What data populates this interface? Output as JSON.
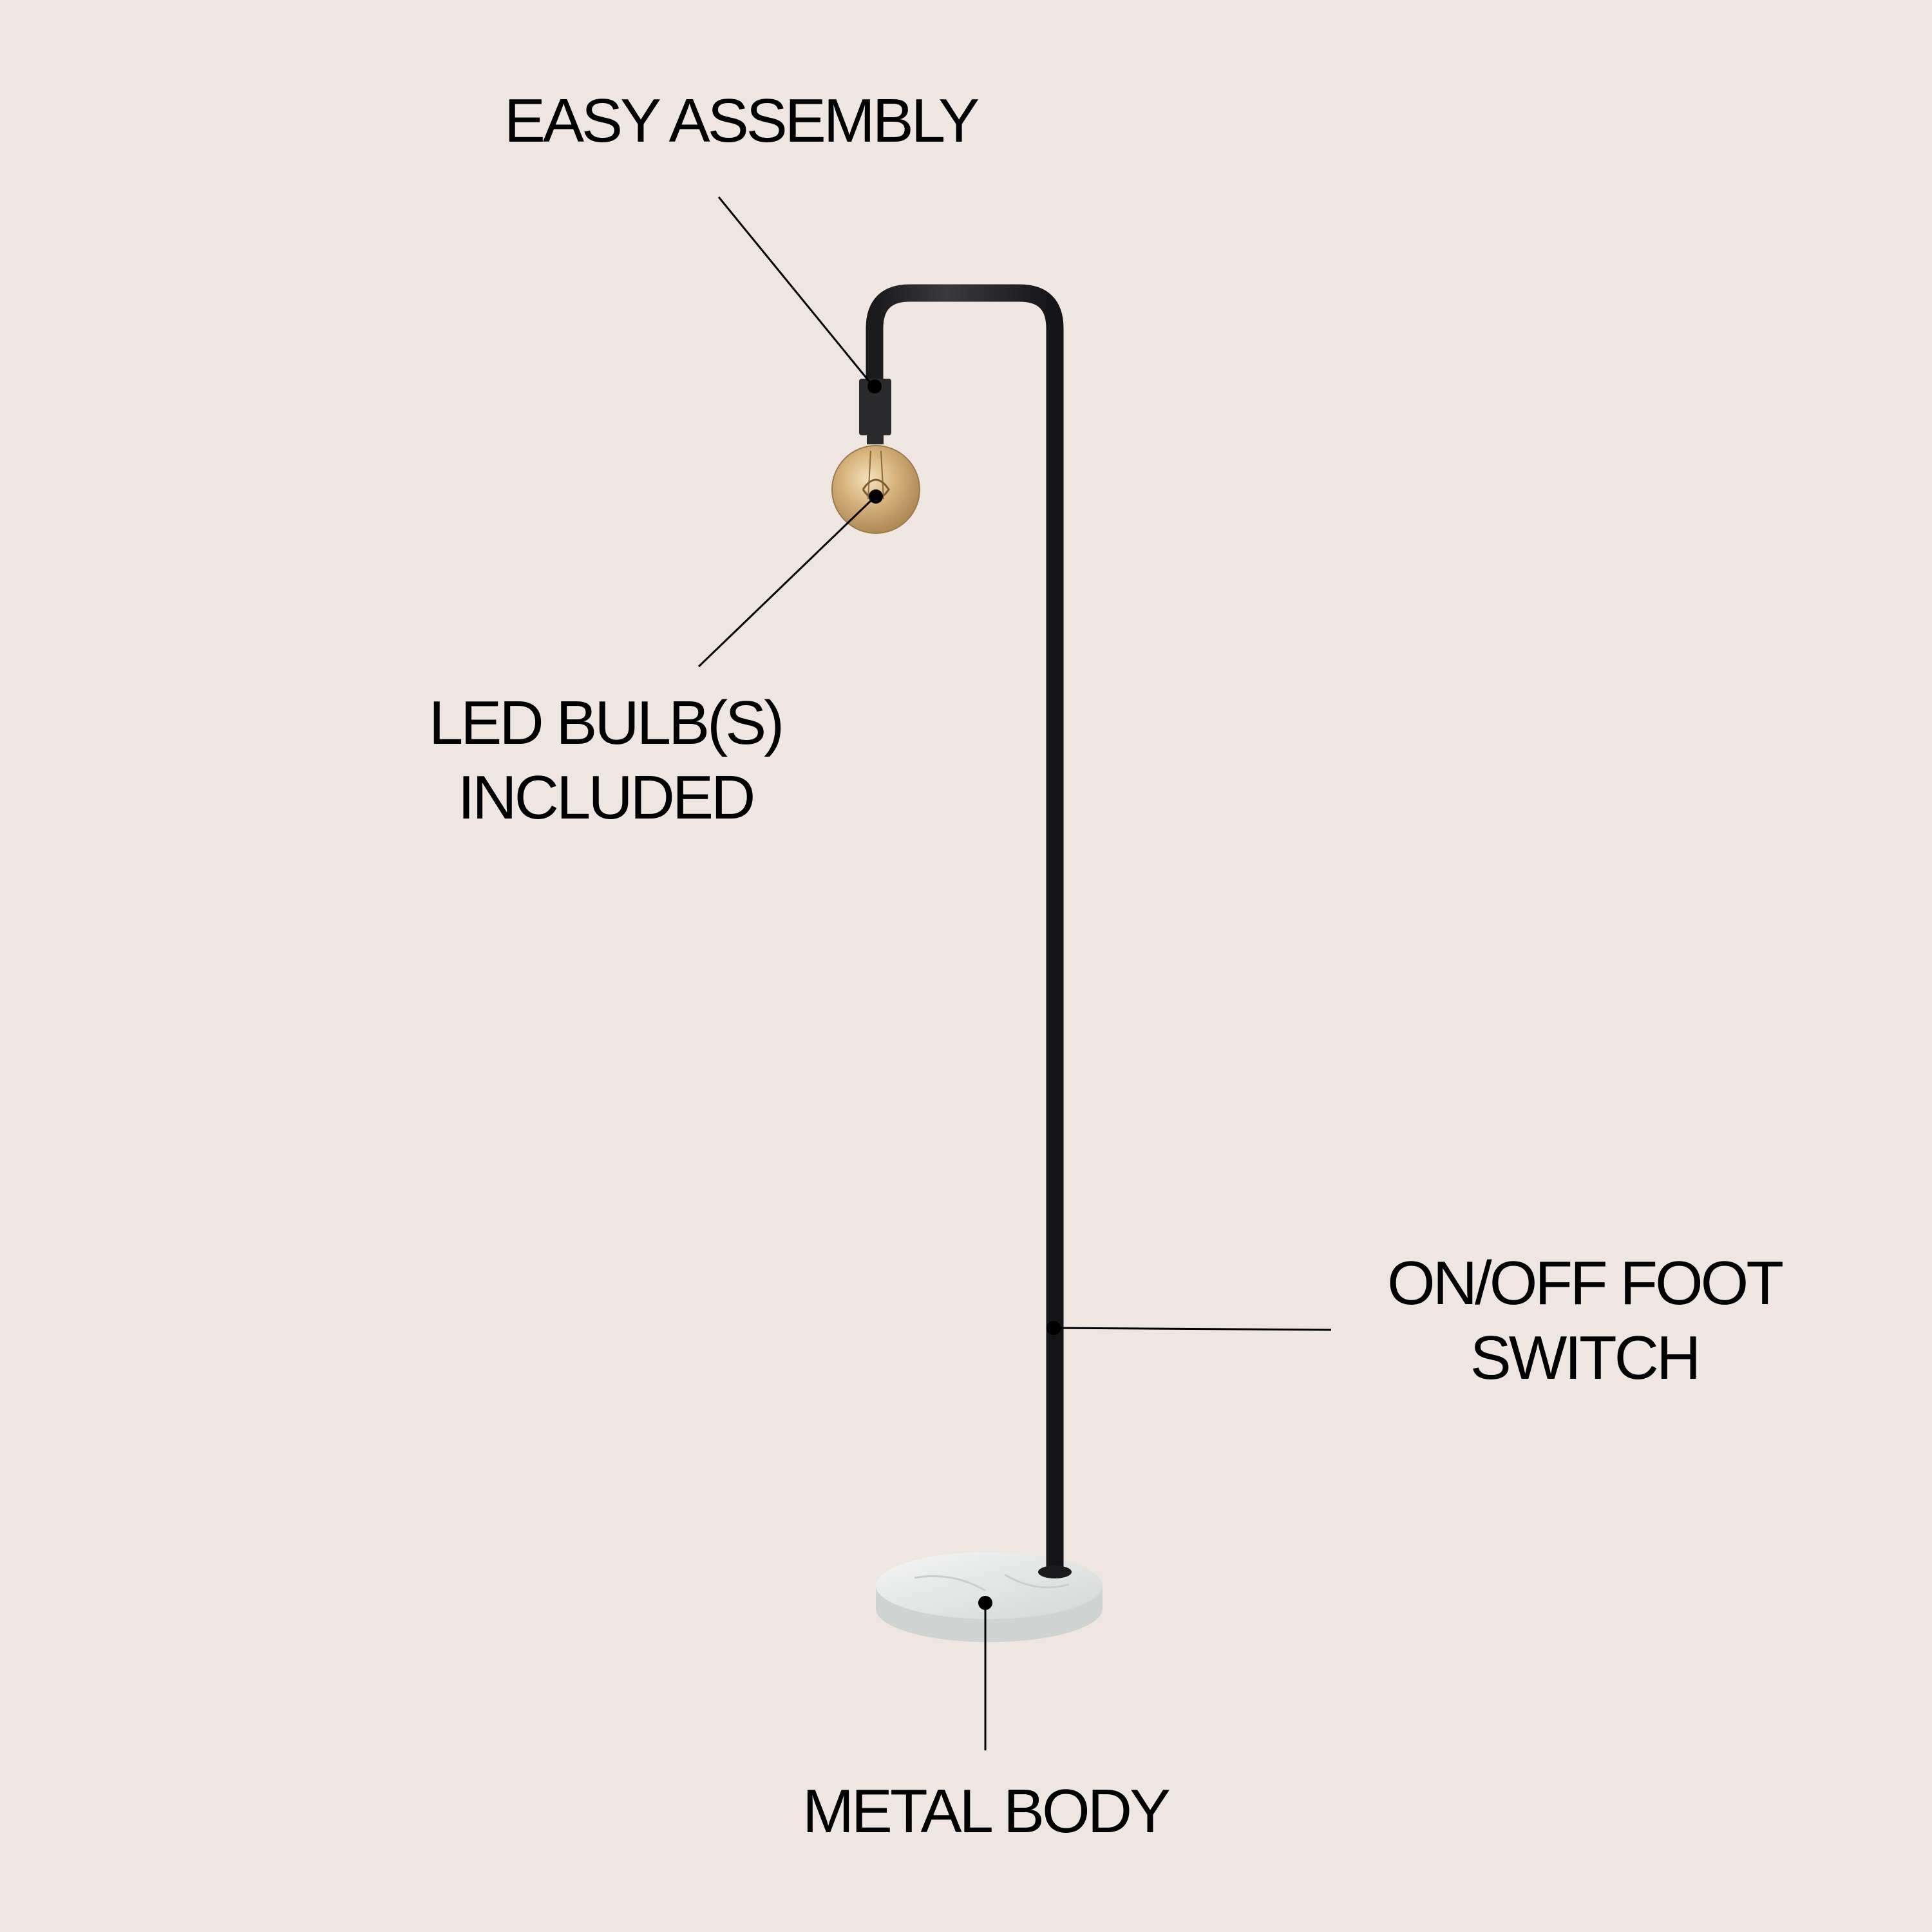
{
  "callouts": {
    "easy_assembly": "EASY ASSEMBLY",
    "led_bulb_line1": "LED BULB(S)",
    "led_bulb_line2": "INCLUDED",
    "foot_switch_line1": "ON/OFF FOOT",
    "foot_switch_line2": "SWITCH",
    "metal_body": "METAL BODY"
  },
  "colors": {
    "background": "#efe6e2",
    "lamp_metal": "#2b2b2d",
    "bulb_amber": "#c9a46a",
    "marble_base": "#e9ecea",
    "text": "#000000"
  }
}
